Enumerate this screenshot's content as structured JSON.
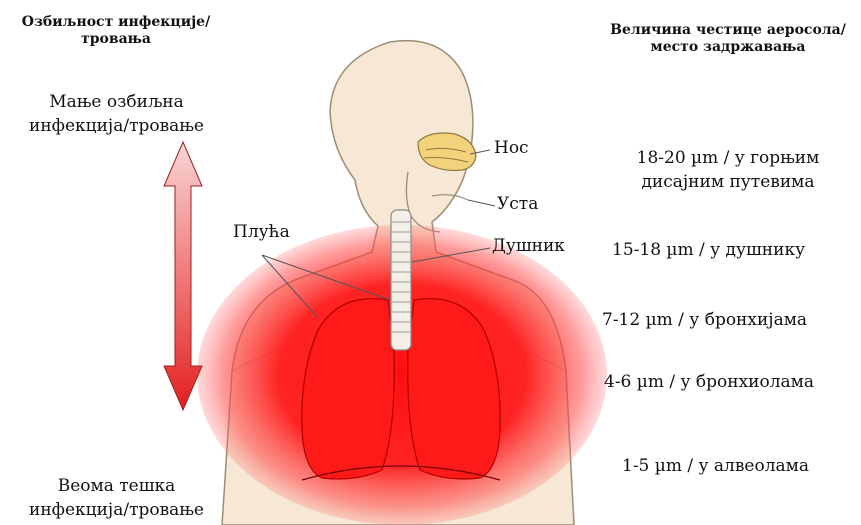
{
  "left_panel": {
    "header": "Озбиљност инфекције/тровања",
    "top_label": "Мање озбиљна инфекција/тровање",
    "bottom_label": "Веома тешка инфекција/тровање"
  },
  "right_panel": {
    "header": "Величина честице аеросола/ место задржавања",
    "rows": [
      "18-20 µm / у горњим дисајним путевима",
      "15-18 µm / у душнику",
      "7-12 µm / у бронхијама",
      "4-6 µm / у бронхиолама",
      "1-5 µm / у алвеолама"
    ]
  },
  "organs": {
    "nose": "Нос",
    "mouth": "Уста",
    "trachea": "Душник",
    "lungs": "Плућа"
  },
  "colors": {
    "arrow_light": "#f5c6c6",
    "arrow_dark": "#e41f1f",
    "lung_red": "#ff1a1a",
    "body_skin": "#f6e8d4",
    "nasal_cavity": "#f2d27a"
  }
}
